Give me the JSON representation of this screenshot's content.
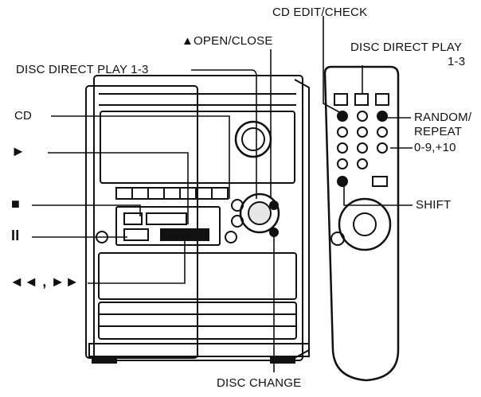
{
  "labels": {
    "cd_edit_check": "CD EDIT/CHECK",
    "open_close": "▲OPEN/CLOSE",
    "disc_direct_play_remote_line1": "DISC DIRECT PLAY",
    "disc_direct_play_remote_line2": "1-3",
    "disc_direct_play_unit": "DISC DIRECT PLAY 1-3",
    "cd": "CD",
    "play_symbol": "►",
    "stop_symbol": "■",
    "pause_symbol": "II",
    "skip_symbols": "◄◄ , ►►",
    "random_line1": "RANDOM/",
    "random_line2": "REPEAT",
    "numbers": "0-9,+10",
    "shift": "SHIFT",
    "disc_change": "DISC CHANGE"
  }
}
